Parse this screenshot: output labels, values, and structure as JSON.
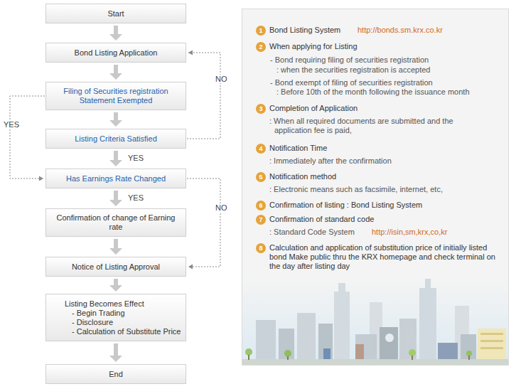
{
  "diagram": {
    "nodes": [
      {
        "text": [
          "Start"
        ]
      },
      {
        "text": [
          "Bond Listing Application"
        ]
      },
      {
        "text": [
          "Filing of Securities registration Statement Exempted"
        ]
      },
      {
        "text": [
          "Listing Criteria Satisfied"
        ]
      },
      {
        "text": [
          "Has Earnings Rate Changed"
        ]
      },
      {
        "text": [
          "Confirmation of change of Earning rate"
        ]
      },
      {
        "text": [
          "Notice of Listing Approval"
        ]
      },
      {
        "text": [
          "Listing Becomes Effect",
          "- Begin Trading",
          "- Disclosure",
          "- Calculation of Substitute Price"
        ]
      },
      {
        "text": [
          "End"
        ]
      }
    ],
    "edges": [
      {
        "from": 0,
        "to": 1,
        "arrow": "to"
      },
      {
        "from": 1,
        "to": 2,
        "arrow": "to"
      },
      {
        "from": 2,
        "to": 3,
        "arrow": "to"
      },
      {
        "from": 3,
        "to": 4,
        "arrow": "to",
        "label": "YES"
      },
      {
        "from": 4,
        "to": 5,
        "arrow": "to",
        "label": "YES"
      },
      {
        "from": 5,
        "to": 6,
        "arrow": "to"
      },
      {
        "from": 6,
        "to": 7,
        "arrow": "to"
      },
      {
        "from": 7,
        "to": 8,
        "arrow": "to"
      },
      {
        "from": 3,
        "to": 1,
        "arrow": "to",
        "label": "NO"
      },
      {
        "from": 2,
        "to": 4,
        "arrow": "to",
        "label": "YES"
      },
      {
        "from": 4,
        "to": 6,
        "arrow": "to",
        "label": "NO"
      }
    ],
    "labels": [
      "1",
      "Bond Listing System",
      "http://bonds.sm.krx.co.kr",
      "2",
      "When applying for Listing",
      "- Bond requiring filing of securities registration",
      ": when the securities registration is accepted",
      "- Bond exempt of filing of securities registration",
      ": Before 10th of the month following the issuance month",
      "3",
      "Completion of Application",
      ": When all required documents are submitted and the application fee is paid,",
      "4",
      "Notification Time",
      ": Immediately after the confirmation",
      "5",
      "Notification method",
      ": Electronic means such as facsimile, internet, etc,",
      "6",
      "Confirmation of listing : Bond Listing System",
      "7",
      "Confirmation of standard code",
      ": Standard Code System",
      "http://isin,sm,krx,co,kr",
      "8",
      "Calculation and application of substitution price of initially listed bond Make public thru the KRX homepage and check terminal on the day after listing day"
    ]
  }
}
